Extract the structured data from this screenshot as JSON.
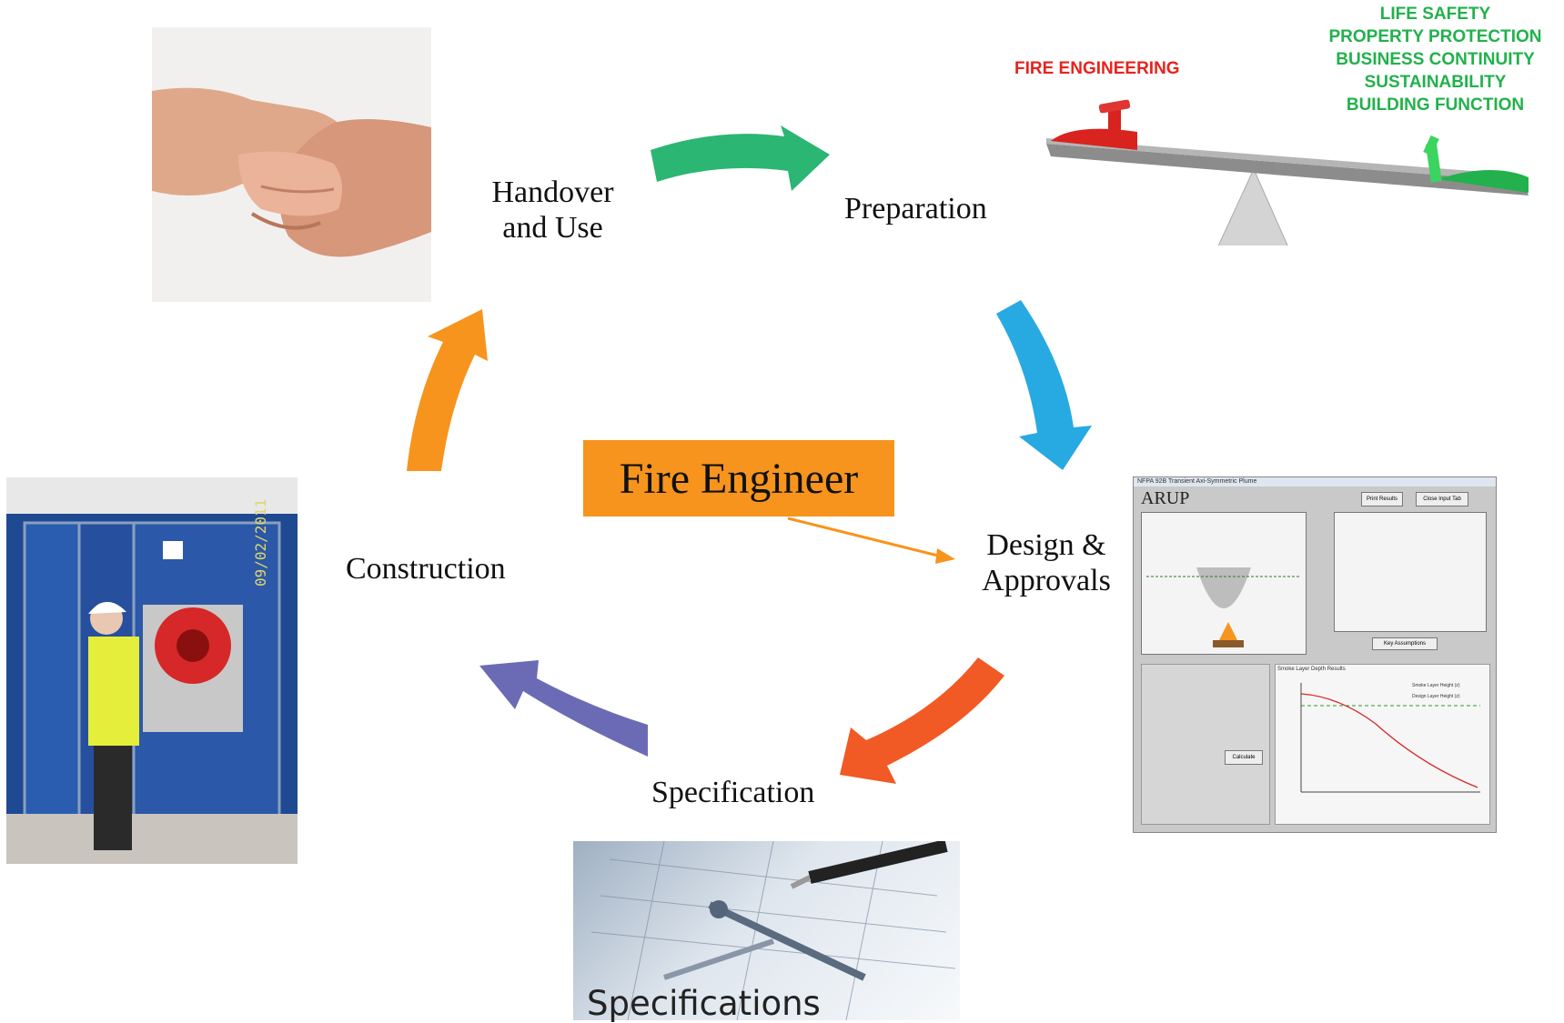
{
  "center": {
    "label": "Fire Engineer"
  },
  "stages": {
    "handover": "Handover\nand Use",
    "preparation": "Preparation",
    "design": "Design &\nApprovals",
    "specification": "Specification",
    "construction": "Construction"
  },
  "seesaw": {
    "left_label": "FIRE ENGINEERING",
    "right_labels": [
      "LIFE SAFETY",
      "PROPERTY PROTECTION",
      "BUSINESS CONTINUITY",
      "SUSTAINABILITY",
      "BUILDING FUNCTION"
    ]
  },
  "tool_screenshot": {
    "title": "NFPA 92B Transient Axi-Symmetric Plume",
    "logo": "ARUP",
    "print_button": "Print Results",
    "close_button": "Close Input Tab",
    "chart_title": "Smoke Layer Depth Results",
    "legend": [
      "Smoke Layer Height (z)",
      "Design Layer Height (z)"
    ],
    "calculate_button": "Calculate",
    "key_assumptions_button": "Key Assumptions"
  },
  "photo_stamp": "09/02/2011",
  "specs_caption": "Specifications",
  "colors": {
    "arrow_green": "#2bb673",
    "arrow_blue": "#27aae1",
    "arrow_red": "#f15a24",
    "arrow_purple": "#6b6bb5",
    "arrow_orange": "#f7941d",
    "center_box": "#f7941d"
  }
}
